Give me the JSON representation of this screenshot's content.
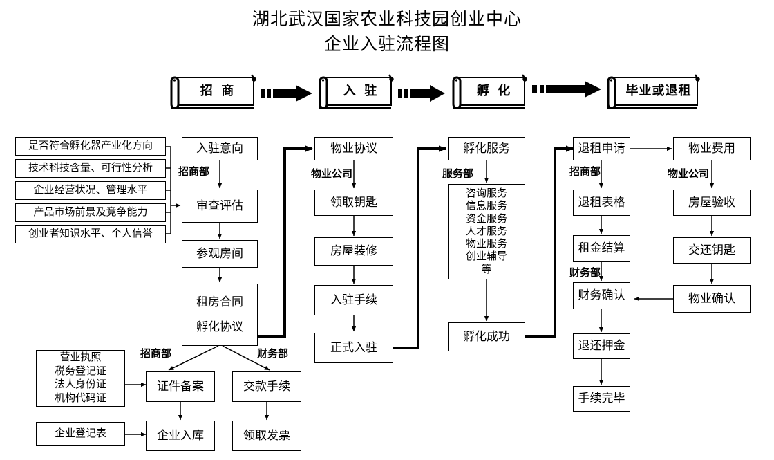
{
  "title": {
    "line1": "湖北武汉国家农业科技园创业中心",
    "line2": "企业入驻流程图"
  },
  "phases": [
    {
      "label": "招  商",
      "name": "phase-banner-zhaoshang"
    },
    {
      "label": "入  驻",
      "name": "phase-banner-ruzhu"
    },
    {
      "label": "孵  化",
      "name": "phase-banner-fuhua"
    },
    {
      "label": "毕业或退租",
      "name": "phase-banner-biye"
    }
  ],
  "criteria": {
    "items": [
      "是否符合孵化器产业化方向",
      "技术科技含量、可行性分析",
      "企业经营状况、管理水平",
      "产品市场前景及竞争能力",
      "创业者知识水平、个人信誉"
    ]
  },
  "columns": {
    "zhaoshang": {
      "dept": "招商部",
      "steps": [
        "入驻意向",
        "审查评估",
        "参观房间"
      ],
      "contract": "租房合同\n孵化协议"
    },
    "wuye": {
      "dept": "物业公司",
      "steps": [
        "物业协议",
        "领取钥匙",
        "房屋装修",
        "入驻手续",
        "正式入驻"
      ]
    },
    "fuwu": {
      "dept": "服务部",
      "head": "孵化服务",
      "services": "咨询服务\n信息服务\n资金服务\n人才服务\n物业服务\n创业辅导\n等",
      "tail": "孵化成功"
    },
    "tuizu": {
      "dept_top": "招商部",
      "dept_bottom": "财务部",
      "steps": [
        "退租申请",
        "退租表格",
        "租金结算",
        "财务确认",
        "退还押金",
        "手续完毕"
      ]
    },
    "wuye_exit": {
      "dept": "物业公司",
      "steps": [
        "物业费用",
        "房屋验收",
        "交还钥匙",
        "物业确认"
      ]
    }
  },
  "bottom": {
    "dept_left": "招商部",
    "dept_right": "财务部",
    "documents": "营业执照\n税务登记证\n法人身份证\n机构代码证",
    "registration_form": "企业登记表",
    "filing": "证件备案",
    "warehouse": "企业入库",
    "payment": "交款手续",
    "invoice": "领取发票"
  },
  "colors": {
    "line": "#000000",
    "background": "#ffffff",
    "text": "#000000"
  }
}
